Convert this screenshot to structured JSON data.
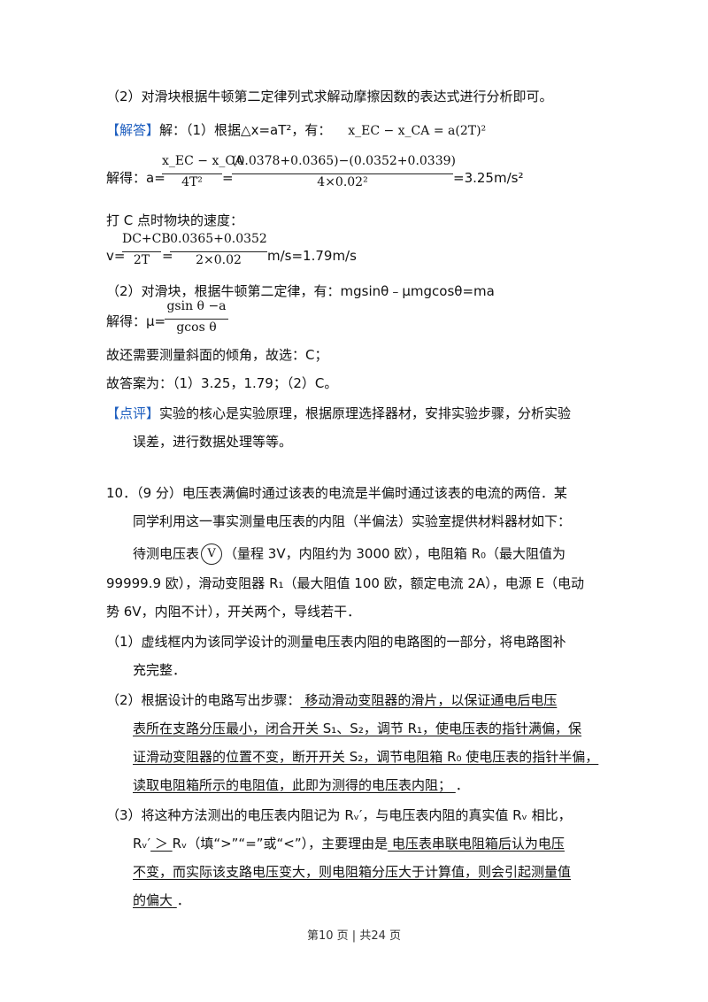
{
  "lines": {
    "l1": "（2）对滑块根据牛顿第二定律列式求解动摩擦因数的表达式进行分析即可。",
    "answer_tag": "【解答】",
    "l2a": "解：（1）根据△x=aT²，有：",
    "l2b": "x_EC − x_CA = a(2T)²",
    "solve_label": "解得：a=",
    "frac1_num": "x_EC − x_CA",
    "frac1_den": "4T²",
    "frac2_num": "(0.0378+0.0365)−(0.0352+0.0339)",
    "frac2_den": "4×0.02²",
    "result_a": "=3.25m/s²",
    "l4": "打 C 点时物块的速度：",
    "v_label": "v=",
    "frac3_num": "DC+CB",
    "frac3_den": "2T",
    "frac4_num": "0.0365+0.0352",
    "frac4_den": "2×0.02",
    "result_v": "m/s=1.79m/s",
    "l6": "（2）对滑块，根据牛顿第二定律，有：mgsinθ﹣μmgcosθ=ma",
    "mu_label": "解得：μ=",
    "frac5_num": "gsin θ −a",
    "frac5_den": "gcos θ",
    "l8": "故还需要测量斜面的倾角，故选：C；",
    "l9": "故答案为：（1）3.25，1.79；（2）C。",
    "comment_tag": "【点评】",
    "l10a": "实验的核心是实验原理，根据原理选择器材，安排实验步骤，分析实验",
    "l10b": "误差，进行数据处理等等。",
    "q10a": "10．（9 分）电压表满偏时通过该表的电流是半偏时通过该表的电流的两倍．某",
    "q10b": "同学利用这一事实测量电压表的内阻（半偏法）实验室提供材料器材如下：",
    "q10c_pre": "待测电压表",
    "q10c_icon": "V",
    "q10c_post": "（量程 3V，内阻约为 3000 欧），电阻箱 R₀（最大阻值为",
    "q10d": "99999.9 欧），滑动变阻器 R₁（最大阻值 100 欧，额定电流 2A），电源 E（电动",
    "q10e": "势 6V，内阻不计），开关两个，导线若干．",
    "p1a": "（1）虚线框内为该同学设计的测量电压表内阻的电路图的一部分，将电路图补",
    "p1b": "充完整．",
    "p2a_pre": "（2）根据设计的电路写出步骤：",
    "p2a_u": "   移动滑动变阻器的滑片，以保证通电后电压",
    "p2b": "表所在支路分压最小，闭合开关 S₁、S₂，调节 R₁，使电压表的指针满偏，保",
    "p2c": "证滑动变阻器的位置不变，断开开关 S₂，调节电阻箱 R₀ 使电压表的指针半偏，",
    "p2d": "读取电阻箱所示的电阻值，此即为测得的电压表内阻；   ",
    "p2d_end": "．",
    "p3a": "（3）将这种方法测出的电压表内阻记为 Rᵥ′，与电压表内阻的真实值 Rᵥ 相比，",
    "p3b_pre": "Rᵥ′",
    "p3b_u1": "  ＞  ",
    "p3b_mid": "Rᵥ（填“>”“=”或“<”），主要理由是",
    "p3b_u2": "  电压表串联电阻箱后认为电压",
    "p3c": "不变，而实际该支路电压变大，则电阻箱分压大于计算值，则会引起测量值",
    "p3d_u": "的偏大  ",
    "p3d_end": "．"
  },
  "footer": "第10 页  |  共24 页",
  "colors": {
    "tag": "#1f5fbf"
  }
}
